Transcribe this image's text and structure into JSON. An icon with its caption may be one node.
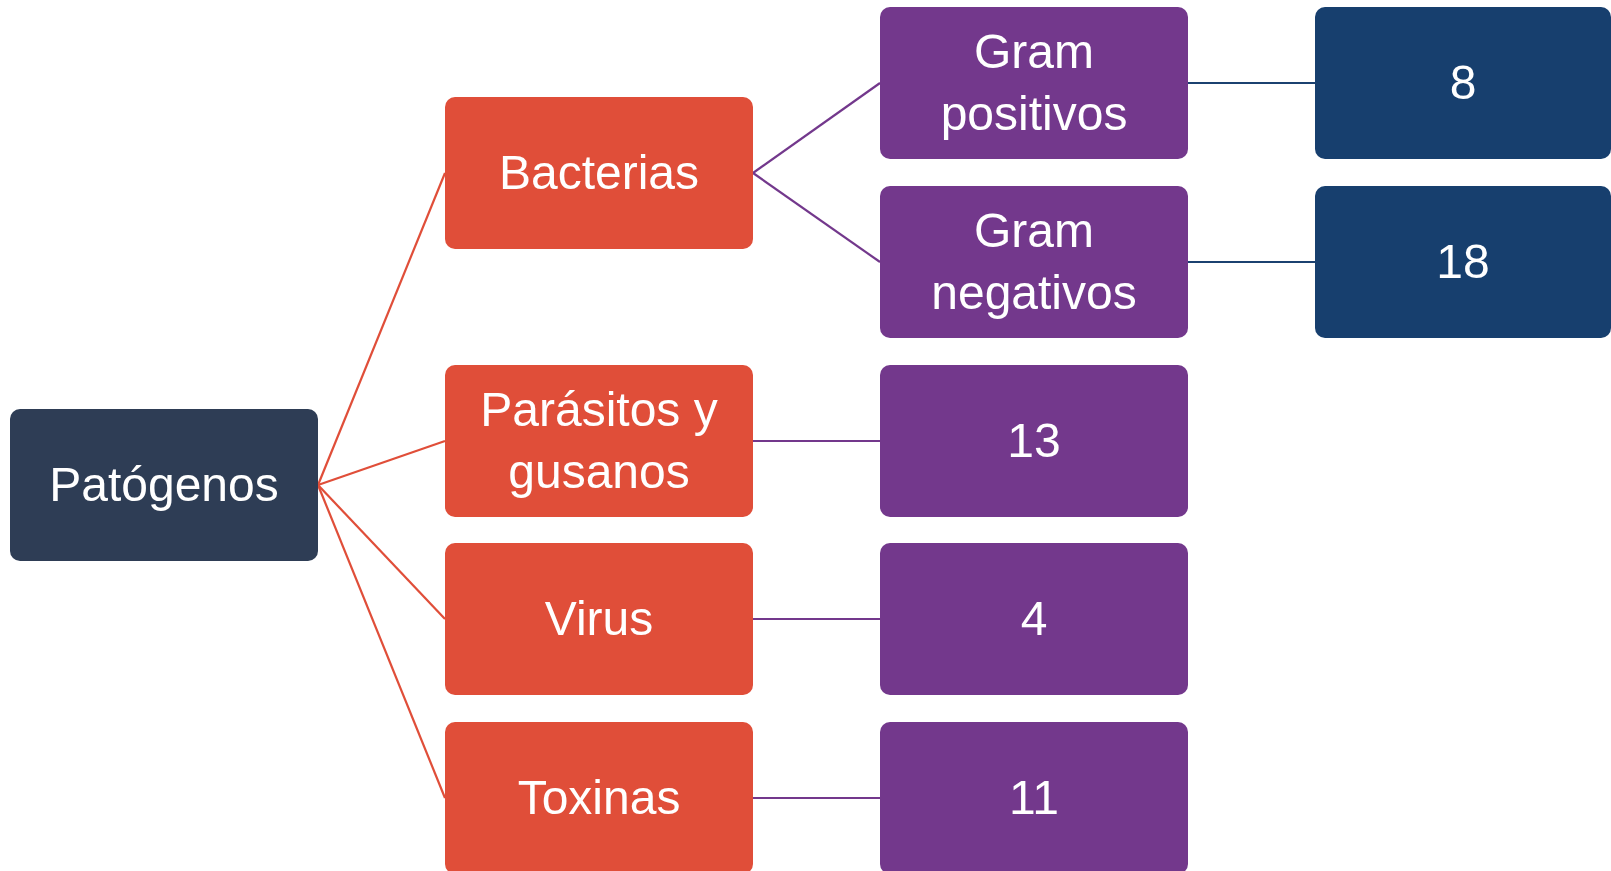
{
  "diagram": {
    "nodes": [
      {
        "text": [
          "Patógenos"
        ]
      },
      {
        "text": [
          "Bacterias"
        ]
      },
      {
        "text": [
          "Gram positivos"
        ]
      },
      {
        "text": [
          "8"
        ]
      },
      {
        "text": [
          "Gram negativos"
        ]
      },
      {
        "text": [
          "18"
        ]
      },
      {
        "text": [
          "Parásitos y gusanos"
        ]
      },
      {
        "text": [
          "13"
        ]
      },
      {
        "text": [
          "Virus"
        ]
      },
      {
        "text": [
          "4"
        ]
      },
      {
        "text": [
          "Toxinas"
        ]
      },
      {
        "text": [
          "11"
        ]
      }
    ],
    "edges": [
      {
        "from": 0,
        "to": 1,
        "arrow": "none",
        "color": "#e04e39"
      },
      {
        "from": 0,
        "to": 6,
        "arrow": "none",
        "color": "#e04e39"
      },
      {
        "from": 0,
        "to": 8,
        "arrow": "none",
        "color": "#e04e39"
      },
      {
        "from": 0,
        "to": 10,
        "arrow": "none",
        "color": "#e04e39"
      },
      {
        "from": 1,
        "to": 2,
        "arrow": "none"
      },
      {
        "from": 1,
        "to": 4,
        "arrow": "none"
      },
      {
        "from": 2,
        "to": 3,
        "arrow": "none",
        "color": "#1b4170"
      },
      {
        "from": 4,
        "to": 5,
        "arrow": "none",
        "color": "#1b4170"
      },
      {
        "from": 6,
        "to": 7,
        "arrow": "none"
      },
      {
        "from": 8,
        "to": 9,
        "arrow": "none"
      },
      {
        "from": 10,
        "to": 11,
        "arrow": "none"
      }
    ]
  }
}
